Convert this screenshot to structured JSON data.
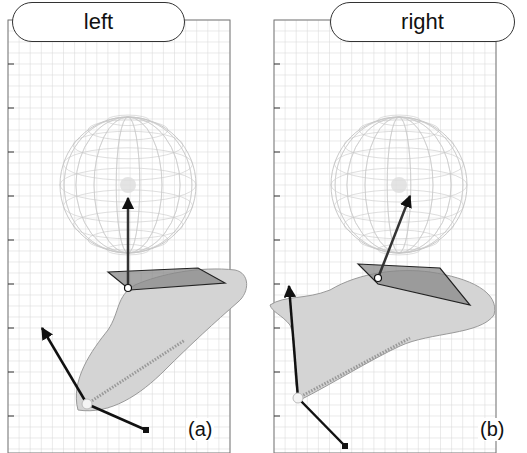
{
  "diagram": {
    "nodes": [
      {
        "text": [
          "left"
        ]
      },
      {
        "text": [
          "right"
        ]
      }
    ],
    "labels": [
      "(a)",
      "(b)"
    ]
  }
}
